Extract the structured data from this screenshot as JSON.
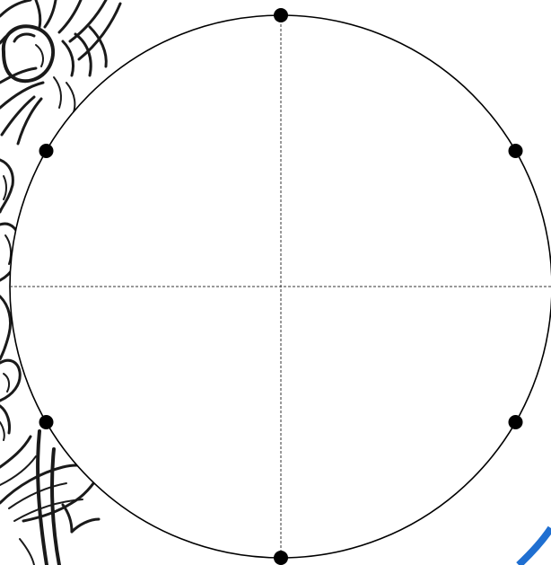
{
  "background": {
    "illustration": "flower-line-art",
    "stroke_color": "#1a1a1a"
  },
  "template": {
    "shape": "circle",
    "outline_color": "#000000",
    "guide_line_style": "dashed",
    "guide_color": "#333333",
    "marker_color": "#000000",
    "marker_count": 6,
    "marker_positions": [
      "top",
      "upper-right",
      "lower-right",
      "bottom",
      "lower-left",
      "upper-left"
    ]
  },
  "corner_accent": {
    "color": "#1f6fd1"
  }
}
